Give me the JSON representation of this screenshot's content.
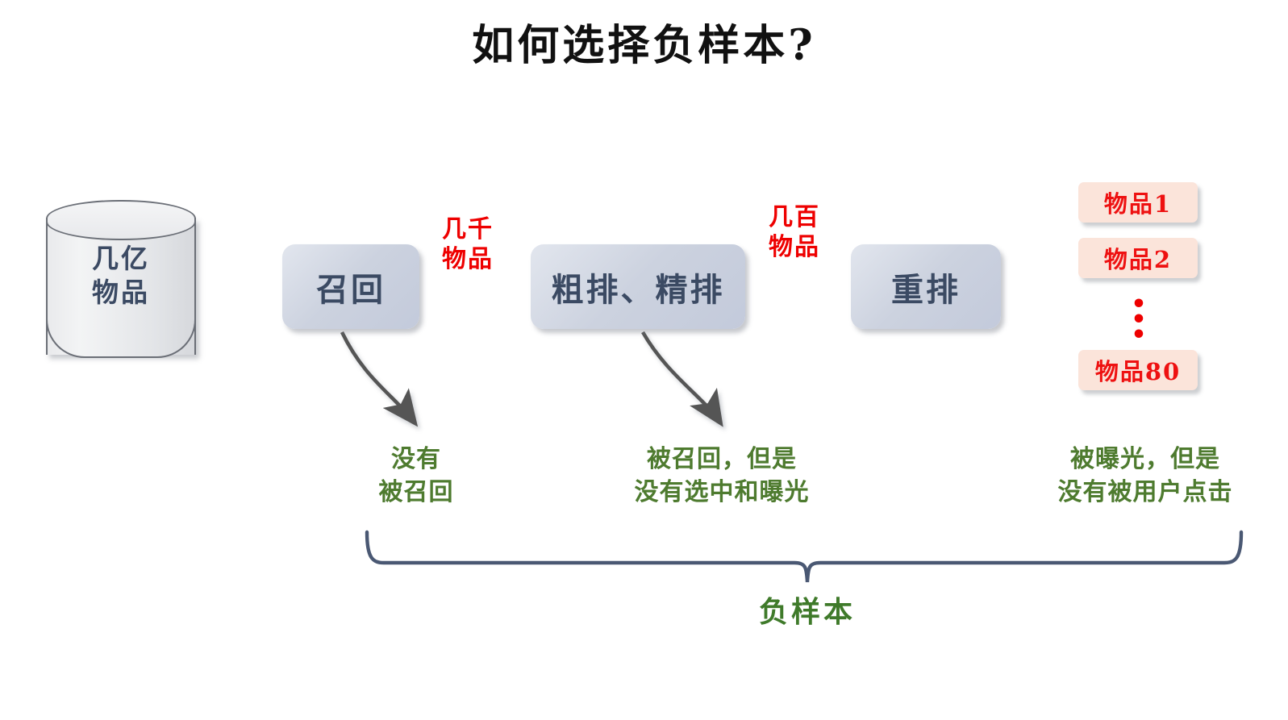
{
  "title": "如何选择负样本?",
  "colors": {
    "title_text": "#111111",
    "box_fill": "#ccd2df",
    "box_text": "#3b4a63",
    "edge_label_red": "#ee0000",
    "item_box_fill": "#fbe4da",
    "item_text_red": "#ee1111",
    "annotation_green": "#4e7b2f",
    "brace_stroke": "#4a5873",
    "arrow_stroke": "#555555"
  },
  "source": {
    "shape": "cylinder-database",
    "label_line1": "几亿",
    "label_line2": "物品"
  },
  "pipeline": {
    "stages": [
      {
        "id": "recall",
        "label": "召回"
      },
      {
        "id": "ranking",
        "label": "粗排、精排"
      },
      {
        "id": "rerank",
        "label": "重排"
      }
    ],
    "edge_labels": [
      {
        "id": "thousands",
        "line1": "几千",
        "line2": "物品"
      },
      {
        "id": "hundreds",
        "line1": "几百",
        "line2": "物品"
      }
    ]
  },
  "results": {
    "items": [
      {
        "label": "物品1"
      },
      {
        "label": "物品2"
      },
      {
        "label": "物品80"
      }
    ],
    "ellipsis": "⋮"
  },
  "annotations": [
    {
      "id": "not-recalled",
      "line1": "没有",
      "line2": "被召回"
    },
    {
      "id": "recalled-not-shown",
      "line1": "被召回，但是",
      "line2": "没有选中和曝光"
    },
    {
      "id": "shown-not-clicked",
      "line1": "被曝光，但是",
      "line2": "没有被用户点击"
    }
  ],
  "brace": {
    "label": "负样本"
  }
}
